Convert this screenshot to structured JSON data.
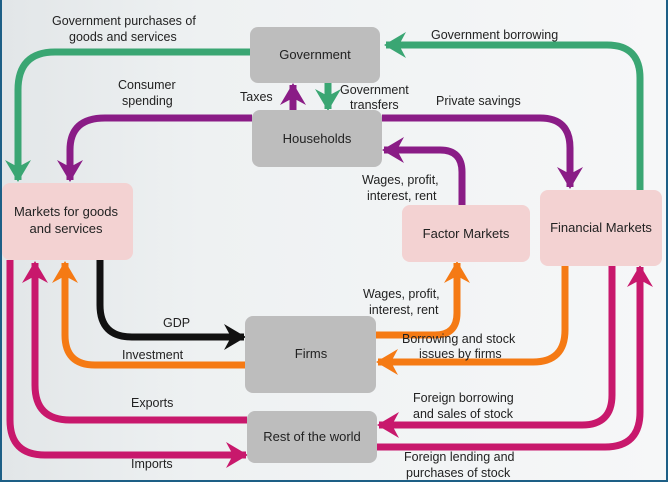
{
  "nodes": {
    "government": "Government",
    "households": "Households",
    "markets_goods": [
      "Markets for goods",
      "and services"
    ],
    "factor_markets": "Factor Markets",
    "financial_markets": "Financial Markets",
    "firms": "Firms",
    "rest_of_world": "Rest of the world"
  },
  "flows": {
    "gov_purchases": [
      "Government purchases of",
      "goods and services"
    ],
    "gov_borrowing": "Government borrowing",
    "consumer_spending": [
      "Consumer",
      "spending"
    ],
    "taxes": "Taxes",
    "gov_transfers": [
      "Government",
      "transfers"
    ],
    "private_savings": "Private savings",
    "wages_hh": [
      "Wages, profit,",
      "interest, rent"
    ],
    "gdp": "GDP",
    "investment": "Investment",
    "wages_firms": [
      "Wages, profit,",
      "interest, rent"
    ],
    "borrowing_stock": [
      "Borrowing and stock",
      "issues by firms"
    ],
    "exports": "Exports",
    "imports": "Imports",
    "foreign_borrowing": [
      "Foreign borrowing",
      "and sales of stock"
    ],
    "foreign_lending": [
      "Foreign lending and",
      "purchases of stock"
    ]
  },
  "colors": {
    "green": "#3aa673",
    "purple": "#8a1c86",
    "orange": "#f57a14",
    "magenta": "#c8186c",
    "black": "#111111",
    "gray_box": "#bdbdbd",
    "pink_box": "#f3d2d2"
  }
}
